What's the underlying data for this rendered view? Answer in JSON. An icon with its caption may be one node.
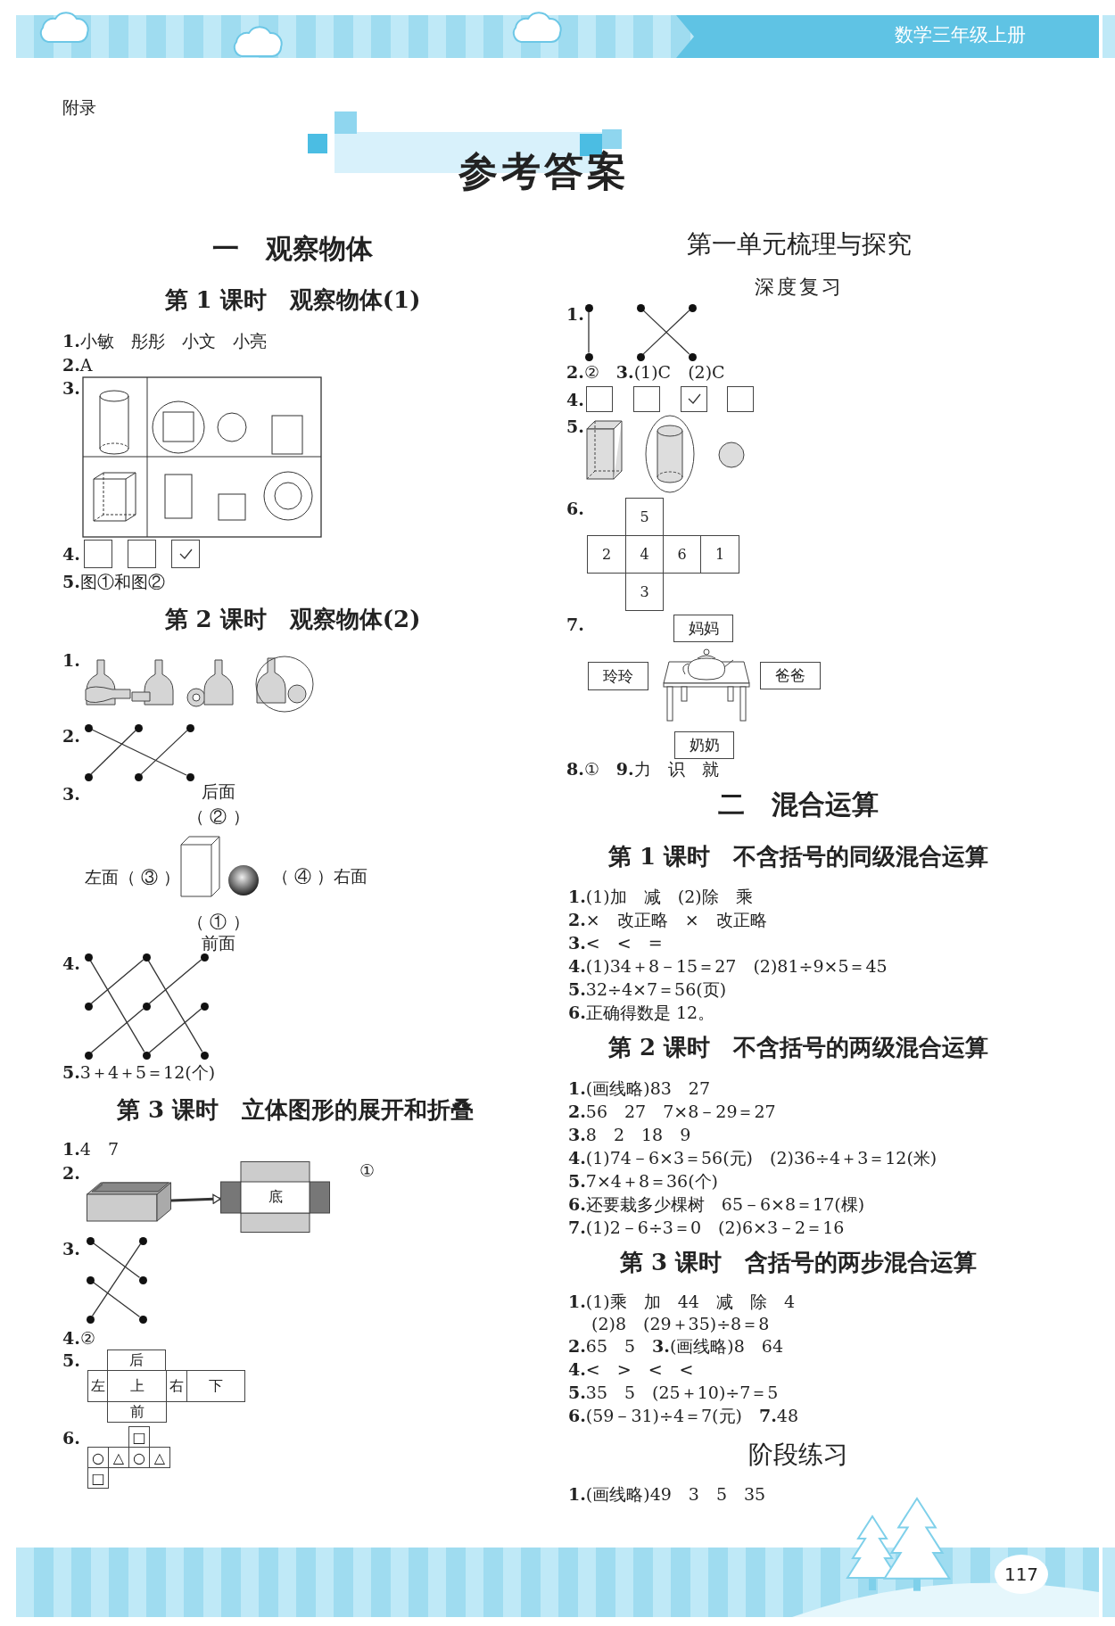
{
  "diagram": {
    "title": "参考答案",
    "nodes": [
      {
        "text": [],
        "shape": "circle"
      },
      {
        "text": [],
        "shape": "circle"
      },
      {
        "text": [],
        "shape": "circle"
      },
      {
        "text": [],
        "shape": "circle"
      },
      {
        "text": [],
        "shape": "circle"
      },
      {
        "text": [],
        "shape": "circle"
      },
      {
        "text": [],
        "shape": "circle"
      },
      {
        "text": [],
        "shape": "circle"
      },
      {
        "text": [],
        "shape": "circle"
      },
      {
        "text": [],
        "shape": "circle"
      },
      {
        "text": [],
        "shape": "circle"
      },
      {
        "text": [],
        "shape": "circle"
      },
      {
        "text": [],
        "shape": "circle"
      },
      {
        "text": [],
        "shape": "circle"
      },
      {
        "text": [],
        "shape": "circle"
      },
      {
        "text": [],
        "shape": "box"
      },
      {
        "text": [
          "底"
        ]
      },
      {
        "text": [],
        "shape": "circle"
      },
      {
        "text": [],
        "shape": "circle"
      },
      {
        "text": [],
        "shape": "circle"
      },
      {
        "text": [],
        "shape": "circle"
      },
      {
        "text": [],
        "shape": "circle"
      },
      {
        "text": [],
        "shape": "circle"
      },
      {
        "text": [
          "后"
        ]
      },
      {
        "text": [
          "左"
        ]
      },
      {
        "text": [
          "上"
        ]
      },
      {
        "text": [
          "右"
        ]
      },
      {
        "text": [
          "下"
        ]
      },
      {
        "text": [
          "前"
        ]
      },
      {
        "text": [
          "□"
        ]
      },
      {
        "text": [
          "○"
        ]
      },
      {
        "text": [
          "△"
        ]
      },
      {
        "text": [
          "○"
        ]
      },
      {
        "text": [
          "△"
        ]
      },
      {
        "text": [
          "□"
        ]
      },
      {
        "text": [],
        "shape": "circle"
      },
      {
        "text": [],
        "shape": "circle"
      },
      {
        "text": [],
        "shape": "circle"
      },
      {
        "text": [],
        "shape": "circle"
      },
      {
        "text": [],
        "shape": "circle"
      },
      {
        "text": [],
        "shape": "circle"
      },
      {
        "text": [
          "5"
        ]
      },
      {
        "text": [
          "2"
        ]
      },
      {
        "text": [
          "4"
        ]
      },
      {
        "text": [
          "6"
        ]
      },
      {
        "text": [
          "1"
        ]
      },
      {
        "text": [
          "3"
        ]
      },
      {
        "text": [
          "妈妈"
        ]
      },
      {
        "text": [
          "玲玲"
        ]
      },
      {
        "text": [
          "爸爸"
        ]
      },
      {
        "text": [
          "奶奶"
        ]
      }
    ],
    "edges": [
      {
        "from": 0,
        "to": 5,
        "arrow": "none"
      },
      {
        "from": 1,
        "to": 3,
        "arrow": "none"
      },
      {
        "from": 2,
        "to": 4,
        "arrow": "none"
      },
      {
        "from": 6,
        "to": 13,
        "arrow": "none"
      },
      {
        "from": 7,
        "to": 9,
        "arrow": "none"
      },
      {
        "from": 7,
        "to": 14,
        "arrow": "none"
      },
      {
        "from": 8,
        "to": 10,
        "arrow": "none"
      },
      {
        "from": 10,
        "to": 12,
        "arrow": "none"
      },
      {
        "from": 11,
        "to": 13,
        "arrow": "none"
      },
      {
        "from": 15,
        "to": 16,
        "arrow": "to"
      },
      {
        "from": 17,
        "to": 20,
        "arrow": "none"
      },
      {
        "from": 18,
        "to": 21,
        "arrow": "none"
      },
      {
        "from": 19,
        "to": 22,
        "arrow": "none"
      },
      {
        "from": 35,
        "to": 36,
        "arrow": "none"
      },
      {
        "from": 37,
        "to": 40,
        "arrow": "none"
      },
      {
        "from": 38,
        "to": 39,
        "arrow": "none"
      }
    ],
    "labels": [
      "数学三年级上册",
      "附录",
      "一　观察物体",
      "第 1 课时　观察物体(1)",
      "**1.**小敏　彤彤　小文　小亮",
      "**2.**A",
      "3.",
      "4.",
      "**5.**图①和图②",
      "第 2 课时　观察物体(2)",
      "1.",
      "2.",
      "3.",
      "后面",
      "（ ② ）",
      "左面（ ③ ）",
      "（ ④ ）右面",
      "（ ① ）",
      "前面",
      "4.",
      "**5.**3＋4＋5＝12(个)",
      "第 3 课时　立体图形的展开和折叠",
      "**1.**4　7",
      "2.",
      "①",
      "3.",
      "**4.**②",
      "5.",
      "6.",
      "第一单元梳理与探究",
      "深度复习",
      "1.",
      "**2.**②　**3.**(1)C　(2)C",
      "4.",
      "5.",
      "6.",
      "7.",
      "**8.**①　**9.**力　识　就",
      "二　混合运算",
      "第 1 课时　不含括号的同级混合运算",
      "**1.**(1)加　减　(2)除　乘",
      "**2.**×　改正略　×　改正略",
      "**3.**<　<　=",
      "**4.**(1)34＋8－15＝27　(2)81÷9×5＝45",
      "**5.**32÷4×7＝56(页)",
      "**6.**正确得数是 12。",
      "第 2 课时　不含括号的两级混合运算",
      "**1.**(画线略)83　27",
      "**2.**56　27　7×8－29＝27",
      "**3.**8　2　18　9",
      "**4.**(1)74－6×3＝56(元)　(2)36÷4＋3＝12(米)",
      "**5.**7×4＋8＝36(个)",
      "**6.**还要栽多少棵树　65－6×8＝17(棵)",
      "**7.**(1)2－6÷3＝0　(2)6×3－2＝16",
      "第 3 课时　含括号的两步混合运算",
      "**1.**(1)乘　加　44　减　除　4",
      "(2)8　(29＋35)÷8＝8",
      "**2.**65　5　**3.**(画线略)8　64",
      "**4.**<　>　<　<",
      "**5.**35　5　(25＋10)÷7＝5",
      "**6.**(59－31)÷4＝7(元)　**7.**48",
      "阶段练习",
      "**1.**(画线略)49　3　5　35",
      "117"
    ]
  }
}
